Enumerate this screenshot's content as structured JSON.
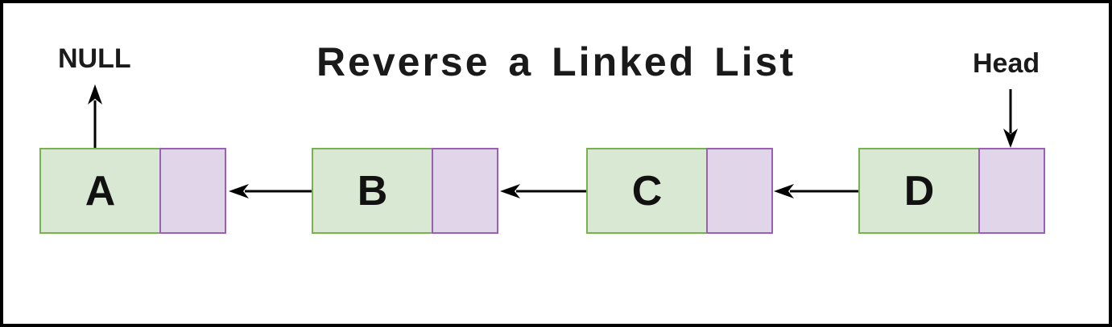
{
  "diagram": {
    "title": "Reverse a Linked List",
    "null_label": "NULL",
    "head_label": "Head",
    "nodes": [
      {
        "label": "A"
      },
      {
        "label": "B"
      },
      {
        "label": "C"
      },
      {
        "label": "D"
      }
    ],
    "links": [
      {
        "from": "B",
        "to": "A",
        "direction": "left"
      },
      {
        "from": "C",
        "to": "B",
        "direction": "left"
      },
      {
        "from": "D",
        "to": "C",
        "direction": "left"
      },
      {
        "from": "A",
        "to": "NULL",
        "direction": "up"
      },
      {
        "from": "Head",
        "to": "D",
        "direction": "down"
      }
    ],
    "colors": {
      "data_cell_fill": "#d9e8d2",
      "data_cell_border": "#77b34c",
      "pointer_cell_fill": "#e1d5ea",
      "pointer_cell_border": "#9b5fb5",
      "arrow": "#000000",
      "frame_border": "#000000",
      "background": "#ffffff",
      "text": "#1a1a1a"
    }
  }
}
